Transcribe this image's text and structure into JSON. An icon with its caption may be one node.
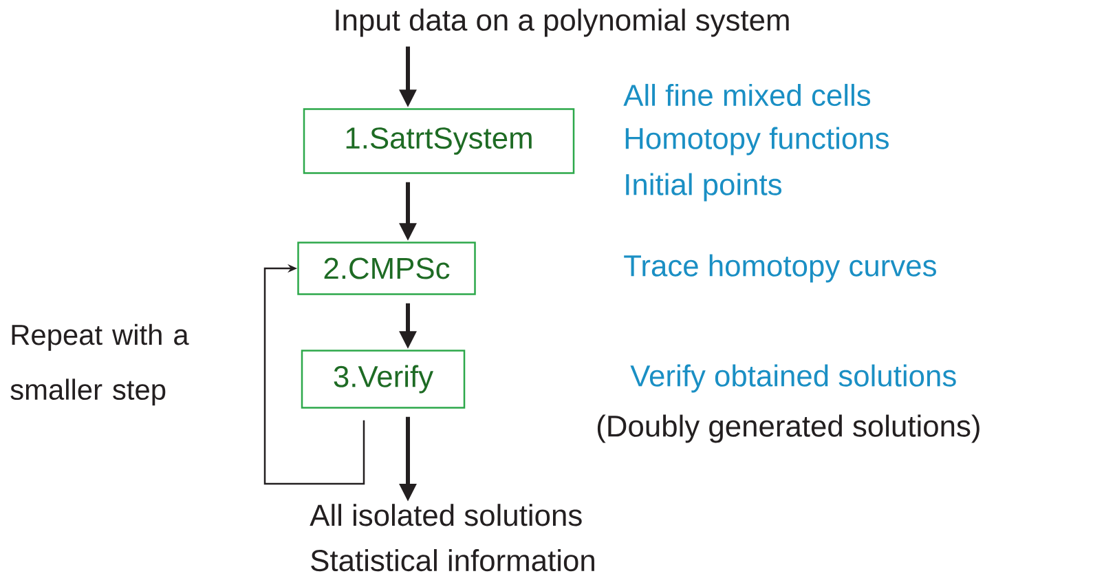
{
  "diagram": {
    "nodes": [
      {
        "text": [
          "Input data on a polynomial system"
        ]
      },
      {
        "text": [
          "1.SatrtSystem"
        ],
        "beside": [
          "All fine mixed cells",
          "Homotopy functions",
          "Initial points"
        ]
      },
      {
        "text": [
          "2.CMPSc"
        ]
      },
      {
        "text": [
          "3.Verify"
        ],
        "beside": [
          "Verify obtained solutions",
          "(Doubly generated solutions)"
        ]
      },
      {
        "text": [
          "All isolated solutions",
          "Statistical information"
        ]
      }
    ],
    "edges": [
      {
        "from": 0,
        "to": 1,
        "arrow": "to"
      },
      {
        "from": 1,
        "to": 2,
        "arrow": "to"
      },
      {
        "from": 2,
        "to": 3,
        "arrow": "to"
      },
      {
        "from": 3,
        "to": 4,
        "arrow": "to"
      },
      {
        "from": 3,
        "to": 2,
        "arrow": "to",
        "label": "Repeat with a smaller step"
      }
    ],
    "labels": [
      "Trace homotopy curves"
    ]
  }
}
